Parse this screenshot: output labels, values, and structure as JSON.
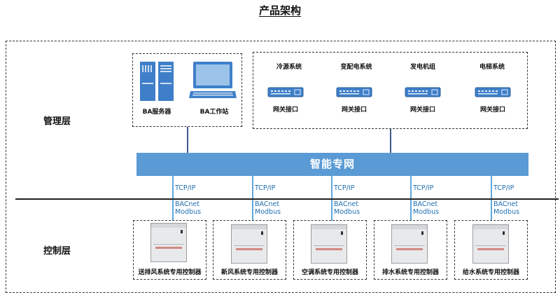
{
  "title": "产品架构",
  "layers": {
    "management": "管理层",
    "control": "控制层"
  },
  "ba_devices": [
    {
      "label": "BA服务器",
      "icon": "server-icon"
    },
    {
      "label": "BA工作站",
      "icon": "workstation-icon"
    }
  ],
  "subsystems": [
    {
      "name": "冷源系统",
      "gateway": "网关接口"
    },
    {
      "name": "变配电系统",
      "gateway": "网关接口"
    },
    {
      "name": "发电机组",
      "gateway": "网关接口"
    },
    {
      "name": "电梯系统",
      "gateway": "网关接口"
    }
  ],
  "network": "智能专网",
  "protocols": {
    "tcp": "TCP/IP",
    "bacnet": "BACnet",
    "modbus": "Modbus"
  },
  "controllers": [
    {
      "label": "送排风系统专用控制器"
    },
    {
      "label": "新风系统专用控制器"
    },
    {
      "label": "空调系统专用控制器"
    },
    {
      "label": "排水系统专用控制器"
    },
    {
      "label": "给水系统专用控制器"
    }
  ],
  "colors": {
    "network_band": "#5b9bd5",
    "protocol_text": "#1f6fb2",
    "server_blue": "#3f7fc9"
  }
}
